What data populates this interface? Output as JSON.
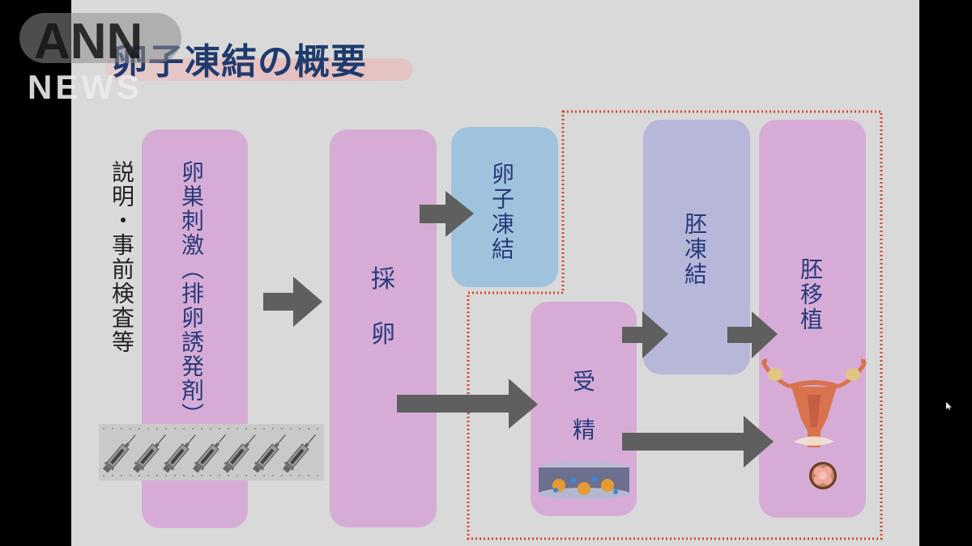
{
  "broadcaster": {
    "logo_top": "ANN",
    "logo_bottom": "NEWS"
  },
  "slide": {
    "title": "卵子凍結の概要",
    "colors": {
      "background": "#d9d9d9",
      "pink_box": "#d6acd6",
      "blue_box": "#9fc3dd",
      "lavender_box": "#b6b7d9",
      "arrow": "#5f5f5f",
      "dotted_border": "#d9442b",
      "title_text": "#1f3b6e",
      "box_text": "#283a7a"
    },
    "steps": {
      "explanation": "説明・事前検査等",
      "ovarian_stimulation": "卵巣刺激（排卵誘発剤）",
      "egg_retrieval": [
        "採",
        "卵"
      ],
      "egg_freezing": "卵子凍結",
      "fertilization": [
        "受",
        "精"
      ],
      "embryo_freezing": "胚凍結",
      "embryo_transfer": "胚移植"
    },
    "illustrations": {
      "syringes": {
        "icon": "syringe-icon",
        "count": 7
      },
      "petri_dish": "petri-dish-icon",
      "uterus": "uterus-icon",
      "embryo": "embryo-icon"
    }
  }
}
